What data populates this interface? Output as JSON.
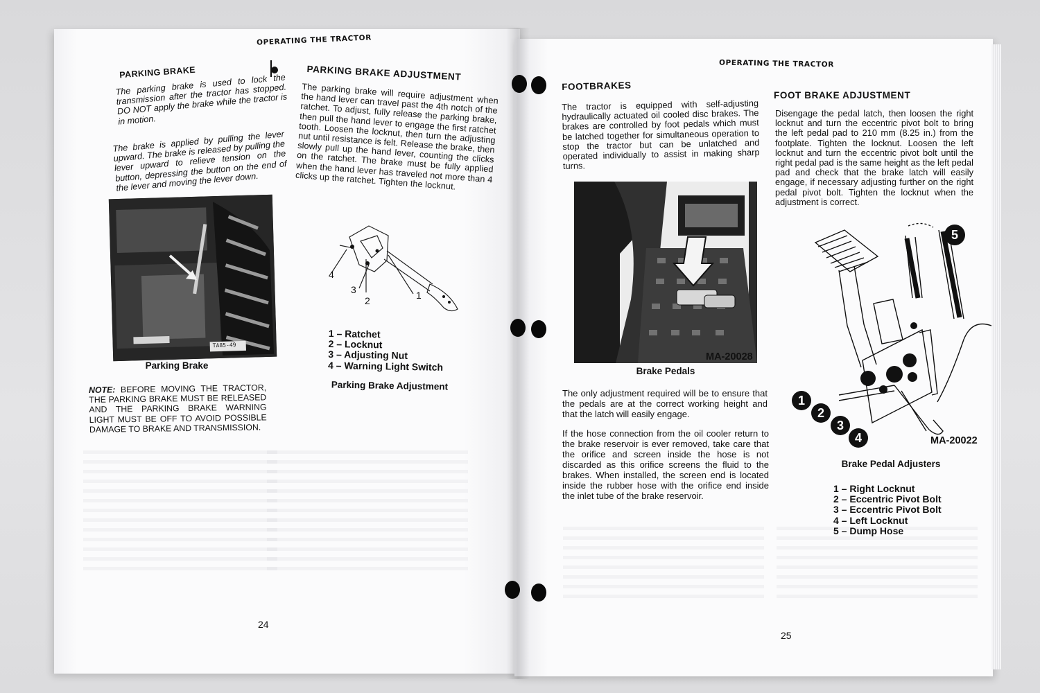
{
  "left_page": {
    "running_head": "OPERATING THE TRACTOR",
    "parking_brake": {
      "heading": "PARKING BRAKE",
      "para1": "The parking brake is used to lock the transmission after the tractor has stopped. DO NOT apply the brake while the tractor is in motion.",
      "para2": "The brake is applied by pulling the lever upward. The brake is released by pulling the lever upward to relieve tension on the button, depressing the button on the end of the lever and moving the lever down.",
      "photo_code": "TA85-49",
      "photo_caption": "Parking Brake",
      "note_label": "NOTE:",
      "note_text": "Before moving the tractor, the parking brake must be released and the parking brake warning light must be off to avoid possible damage to brake and transmission."
    },
    "parking_brake_adjustment": {
      "heading": "PARKING BRAKE ADJUSTMENT",
      "para": "The parking brake will require adjustment when the hand lever can travel past the 4th notch of the ratchet. To adjust, fully release the parking brake, then pull the hand lever to engage the first ratchet tooth. Loosen the locknut, then turn the adjusting nut until resistance is felt. Release the brake, then slowly pull up the hand lever, counting the clicks on the ratchet. The brake must be fully applied when the hand lever has traveled not more than 4 clicks up the ratchet. Tighten the locknut.",
      "callouts": [
        "1",
        "2",
        "3",
        "4"
      ],
      "parts": [
        {
          "num": "1",
          "label": "Ratchet"
        },
        {
          "num": "2",
          "label": "Locknut"
        },
        {
          "num": "3",
          "label": "Adjusting Nut"
        },
        {
          "num": "4",
          "label": "Warning Light Switch"
        }
      ],
      "caption": "Parking Brake Adjustment"
    },
    "page_number": "24"
  },
  "right_page": {
    "running_head": "OPERATING THE TRACTOR",
    "footbrakes": {
      "heading": "FOOTBRAKES",
      "para": "The tractor is equipped with self-adjusting hydraulically actuated oil cooled disc brakes. The brakes are controlled by foot pedals which must be latched together for simultaneous operation to stop the tractor but can be unlatched and operated individually to assist in making sharp turns.",
      "photo_code": "MA-20028",
      "photo_caption": "Brake Pedals",
      "para2": "The only adjustment required will be to ensure that the pedals are at the correct working height and that the latch will easily engage.",
      "para3": "If the hose connection from the oil cooler return to the brake reservoir is ever removed, take care that the orifice and screen inside the hose is not discarded as this orifice screens the fluid to the brakes. When installed, the screen end is located inside the rubber hose with the orifice end inside the inlet tube of the brake reservoir."
    },
    "foot_brake_adjustment": {
      "heading": "FOOT BRAKE ADJUSTMENT",
      "para": "Disengage the pedal latch, then loosen the right locknut and turn the eccentric pivot bolt to bring the left pedal pad to 210 mm (8.25 in.) from the footplate. Tighten the locknut. Loosen the left locknut and turn the eccentric pivot bolt until the right pedal pad is the same height as the left pedal pad and check that the brake latch will easily engage, if necessary adjusting further on the right pedal pivot bolt. Tighten the locknut when the adjustment is correct.",
      "figure_code": "MA-20022",
      "callouts": [
        "1",
        "2",
        "3",
        "4",
        "5"
      ],
      "caption": "Brake Pedal Adjusters",
      "parts": [
        {
          "num": "1",
          "label": "Right Locknut"
        },
        {
          "num": "2",
          "label": "Eccentric Pivot Bolt"
        },
        {
          "num": "3",
          "label": "Eccentric Pivot Bolt"
        },
        {
          "num": "4",
          "label": "Left Locknut"
        },
        {
          "num": "5",
          "label": "Dump Hose"
        }
      ]
    },
    "page_number": "25"
  }
}
